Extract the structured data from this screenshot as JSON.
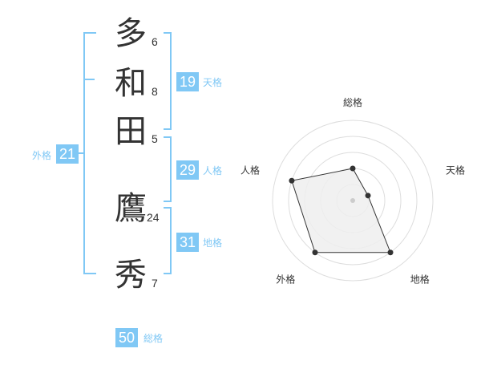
{
  "name": {
    "characters": [
      {
        "char": "多",
        "strokes": "6"
      },
      {
        "char": "和",
        "strokes": "8"
      },
      {
        "char": "田",
        "strokes": "5"
      },
      {
        "char": "鷹",
        "strokes": "24"
      },
      {
        "char": "秀",
        "strokes": "7"
      }
    ]
  },
  "fortunes": {
    "tenkaku": {
      "value": "19",
      "label": "天格"
    },
    "jinkaku": {
      "value": "29",
      "label": "人格"
    },
    "chikaku": {
      "value": "31",
      "label": "地格"
    },
    "gaikaku": {
      "value": "21",
      "label": "外格"
    },
    "soukaku": {
      "value": "50",
      "label": "総格"
    }
  },
  "colors": {
    "accent": "#80c8f5",
    "text": "#333333",
    "radar_fill": "#eeeeee",
    "radar_ring": "#dddddd",
    "radar_point": "#333333"
  },
  "chart_data": {
    "type": "radar",
    "categories": [
      "総格",
      "天格",
      "地格",
      "外格",
      "人格"
    ],
    "values": [
      2,
      1,
      4,
      4,
      4
    ],
    "ylim": [
      0,
      5
    ],
    "grid": true
  }
}
